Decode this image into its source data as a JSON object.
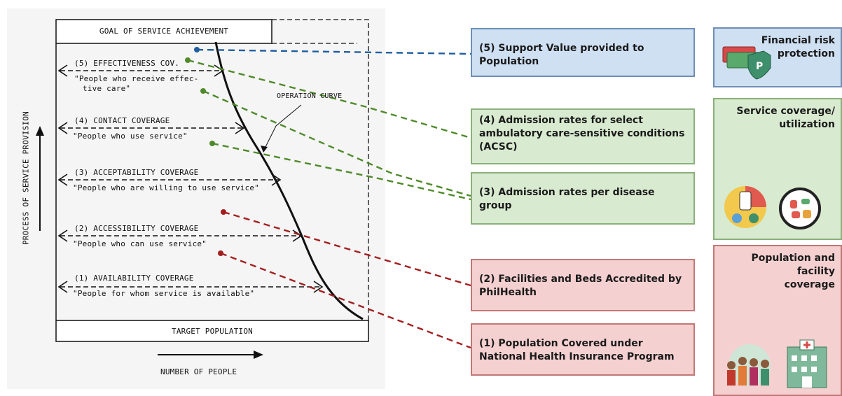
{
  "diagram": {
    "goal_label": "GOAL OF SERVICE ACHIEVEMENT",
    "target_label": "TARGET POPULATION",
    "operation_curve_label": "OPERATION CURVE",
    "y_axis_label": "PROCESS OF SERVICE PROVISION",
    "x_axis_label": "NUMBER OF PEOPLE",
    "levels": [
      {
        "title": "(5) EFFECTIVENESS COV.",
        "quote_line1": "\"People who receive effec-",
        "quote_line2": "tive care\""
      },
      {
        "title": "(4) CONTACT COVERAGE",
        "quote_line1": "\"People who use service\""
      },
      {
        "title": "(3) ACCEPTABILITY COVERAGE",
        "quote_line1": "\"People who are willing to use service\""
      },
      {
        "title": "(2) ACCESSIBILITY COVERAGE",
        "quote_line1": "\"People who can use service\""
      },
      {
        "title": "(1) AVAILABILITY COVERAGE",
        "quote_line1": "\"People for whom service is available\""
      }
    ]
  },
  "indicators": [
    {
      "text": "(5) Support Value provided to Population",
      "group": "blue"
    },
    {
      "text": "(4) Admission rates for select ambulatory care-sensitive conditions (ACSC)",
      "group": "green"
    },
    {
      "text": "(3) Admission rates per disease group",
      "group": "green"
    },
    {
      "text": "(2) Facilities and Beds Accredited by PhilHealth",
      "group": "red"
    },
    {
      "text": "(1)  Population Covered under National Health Insurance Program",
      "group": "red"
    }
  ],
  "categories": [
    {
      "label": "Financial risk protection",
      "icon": "money-shield-icon"
    },
    {
      "label": "Service coverage/ utilization",
      "icon": "medical-service-icon"
    },
    {
      "label": "Population and facility coverage",
      "icon": "hospital-people-icon"
    }
  ],
  "colors": {
    "blue_line": "#1f5fa0",
    "green_line": "#4f8a2a",
    "red_line": "#a31f1f"
  }
}
